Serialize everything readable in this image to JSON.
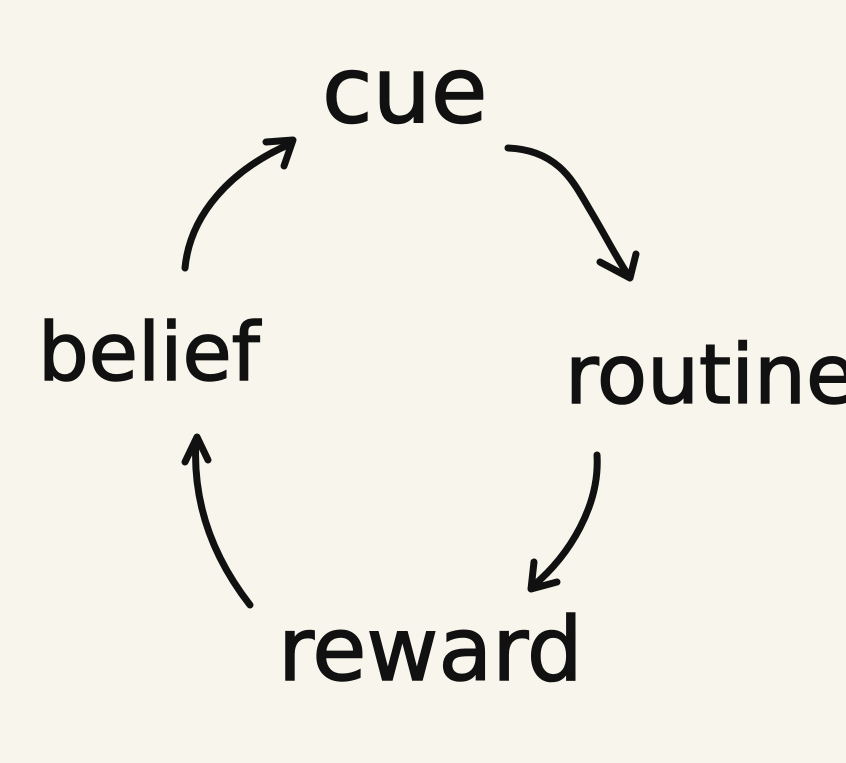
{
  "diagram": {
    "nodes": [
      {
        "id": "cue",
        "label": "cue"
      },
      {
        "id": "routine",
        "label": "routine"
      },
      {
        "id": "reward",
        "label": "reward"
      },
      {
        "id": "belief",
        "label": "belief"
      }
    ],
    "edges": [
      {
        "from": "cue",
        "to": "routine"
      },
      {
        "from": "routine",
        "to": "reward"
      },
      {
        "from": "reward",
        "to": "belief"
      },
      {
        "from": "belief",
        "to": "cue"
      }
    ],
    "colors": {
      "background": "#f8f6ec",
      "ink": "#111111"
    }
  }
}
